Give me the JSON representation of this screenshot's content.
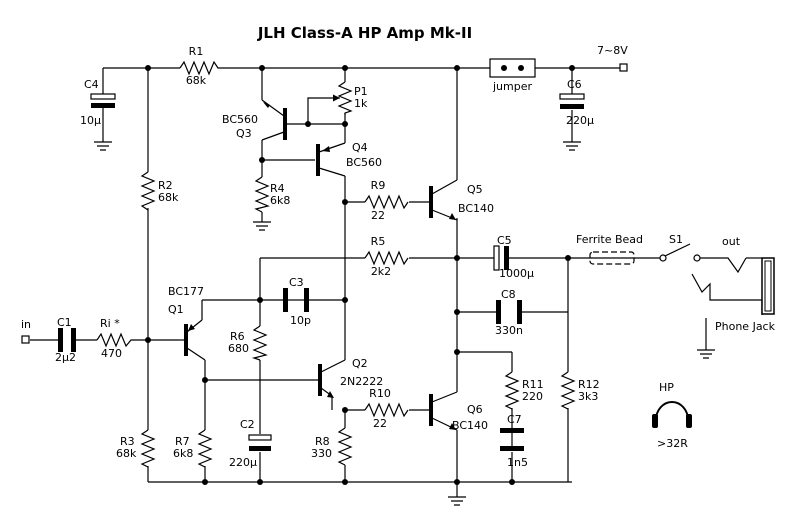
{
  "title": "JLH Class-A HP Amp Mk-II",
  "supply": "7~8V",
  "jumper": "jumper",
  "components": {
    "R1": {
      "name": "R1",
      "value": "68k"
    },
    "R2": {
      "name": "R2",
      "value": "68k"
    },
    "R3": {
      "name": "R3",
      "value": "68k"
    },
    "R4": {
      "name": "R4",
      "value": "6k8"
    },
    "R5": {
      "name": "R5",
      "value": "2k2"
    },
    "R6": {
      "name": "R6",
      "value": "680"
    },
    "R7": {
      "name": "R7",
      "value": "6k8"
    },
    "R8": {
      "name": "R8",
      "value": "330"
    },
    "R9": {
      "name": "R9",
      "value": "22"
    },
    "R10": {
      "name": "R10",
      "value": "22"
    },
    "R11": {
      "name": "R11",
      "value": "220"
    },
    "R12": {
      "name": "R12",
      "value": "3k3"
    },
    "Ri": {
      "name": "Ri *",
      "value": "470"
    },
    "P1": {
      "name": "P1",
      "value": "1k"
    },
    "C1": {
      "name": "C1",
      "value": "2µ2"
    },
    "C2": {
      "name": "C2",
      "value": "220µ"
    },
    "C3": {
      "name": "C3",
      "value": "10p"
    },
    "C4": {
      "name": "C4",
      "value": "10µ"
    },
    "C5": {
      "name": "C5",
      "value": "1000µ"
    },
    "C6": {
      "name": "C6",
      "value": "220µ"
    },
    "C7": {
      "name": "C7",
      "value": "1n5"
    },
    "C8": {
      "name": "C8",
      "value": "330n"
    },
    "Q1": {
      "name": "Q1",
      "part": "BC177"
    },
    "Q2": {
      "name": "Q2",
      "part": "2N2222"
    },
    "Q3": {
      "name": "Q3",
      "part": "BC560"
    },
    "Q4": {
      "name": "Q4",
      "part": "BC560"
    },
    "Q5": {
      "name": "Q5",
      "part": "BC140"
    },
    "Q6": {
      "name": "Q6",
      "part": "BC140"
    },
    "S1": {
      "name": "S1"
    }
  },
  "labels": {
    "in": "in",
    "out": "out",
    "ferrite": "Ferrite Bead",
    "phone_jack": "Phone Jack",
    "hp": "HP",
    "hp_impedance": ">32R"
  }
}
